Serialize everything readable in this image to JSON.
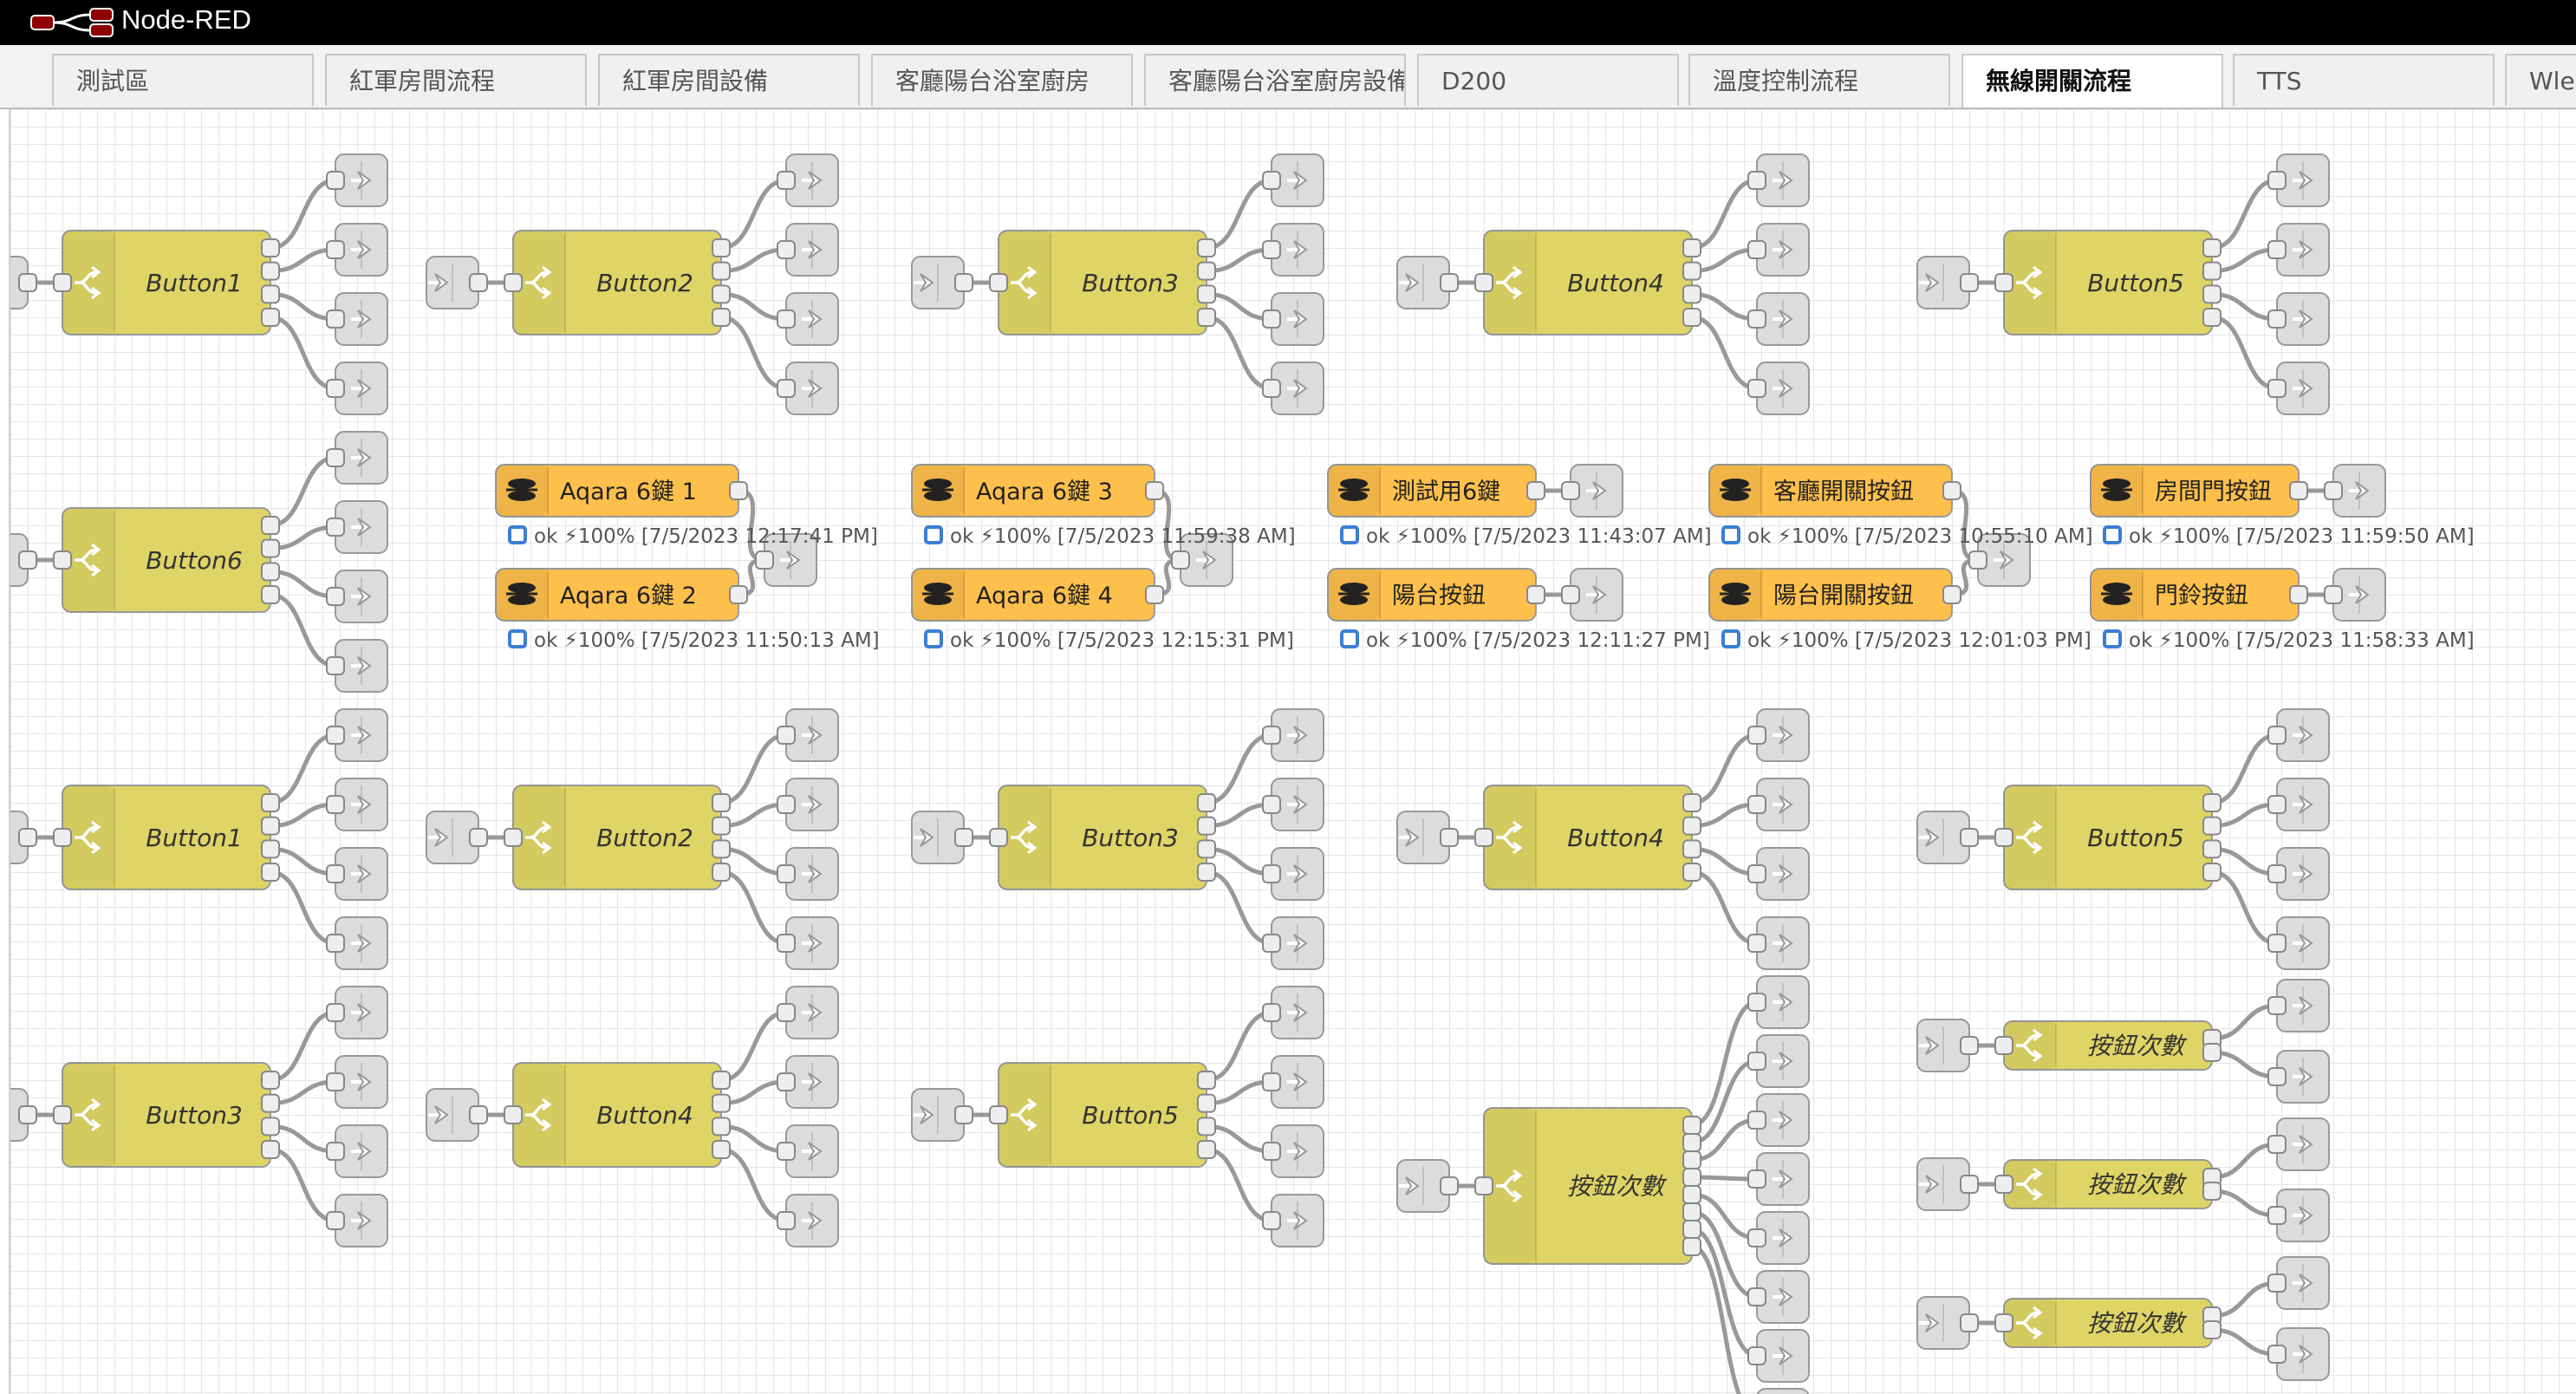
{
  "app": {
    "title": "Node-RED"
  },
  "tabs": [
    {
      "label": "測試區",
      "active": false
    },
    {
      "label": "紅軍房間流程",
      "active": false
    },
    {
      "label": "紅軍房間設備",
      "active": false
    },
    {
      "label": "客廳陽台浴室廚房",
      "active": false
    },
    {
      "label": "客廳陽台浴室廚房設備",
      "active": false
    },
    {
      "label": "D200",
      "active": false
    },
    {
      "label": "溫度控制流程",
      "active": false
    },
    {
      "label": "無線開關流程",
      "active": true
    },
    {
      "label": "TTS",
      "active": false
    },
    {
      "label": "Wled",
      "active": false
    }
  ],
  "colors": {
    "switch_node": "#dfd566",
    "aqara_node": "#fec04c",
    "link_node": "#dcdcdc",
    "wire": "#999999",
    "status_dot": "#3b7fd5",
    "header_bg": "#000000"
  },
  "icons": {
    "switch": "switch-icon",
    "link": "link-icon",
    "aqara": "aqara-icon"
  },
  "switch_nodes": [
    {
      "label": "Button1"
    },
    {
      "label": "Button2"
    },
    {
      "label": "Button3"
    },
    {
      "label": "Button4"
    },
    {
      "label": "Button5"
    },
    {
      "label": "Button6"
    },
    {
      "label": "Button1"
    },
    {
      "label": "Button2"
    },
    {
      "label": "Button3"
    },
    {
      "label": "Button4"
    },
    {
      "label": "Button5"
    },
    {
      "label": "Button3"
    },
    {
      "label": "Button4"
    },
    {
      "label": "Button5"
    },
    {
      "label": "按鈕次數"
    },
    {
      "label": "按鈕次數"
    },
    {
      "label": "按鈕次數"
    },
    {
      "label": "按鈕次數"
    }
  ],
  "aqara_nodes": [
    {
      "label": "Aqara 6鍵 1",
      "status": "ok ⚡100% [7/5/2023 12:17:41 PM]"
    },
    {
      "label": "Aqara 6鍵 2",
      "status": "ok ⚡100% [7/5/2023 11:50:13 AM]"
    },
    {
      "label": "Aqara 6鍵 3",
      "status": "ok ⚡100% [7/5/2023 11:59:38 AM]"
    },
    {
      "label": "Aqara 6鍵 4",
      "status": "ok ⚡100% [7/5/2023 12:15:31 PM]"
    },
    {
      "label": "測試用6鍵",
      "status": "ok ⚡100% [7/5/2023 11:43:07 AM]"
    },
    {
      "label": "陽台按鈕",
      "status": "ok ⚡100% [7/5/2023 12:11:27 PM]"
    },
    {
      "label": "客廳開關按鈕",
      "status": "ok ⚡100% [7/5/2023 10:55:10 AM]"
    },
    {
      "label": "陽台開關按鈕",
      "status": "ok ⚡100% [7/5/2023 12:01:03 PM]"
    },
    {
      "label": "房間門按鈕",
      "status": "ok ⚡100% [7/5/2023 11:59:50 AM]"
    },
    {
      "label": "門鈴按鈕",
      "status": "ok ⚡100% [7/5/2023 11:58:33 AM]"
    }
  ]
}
